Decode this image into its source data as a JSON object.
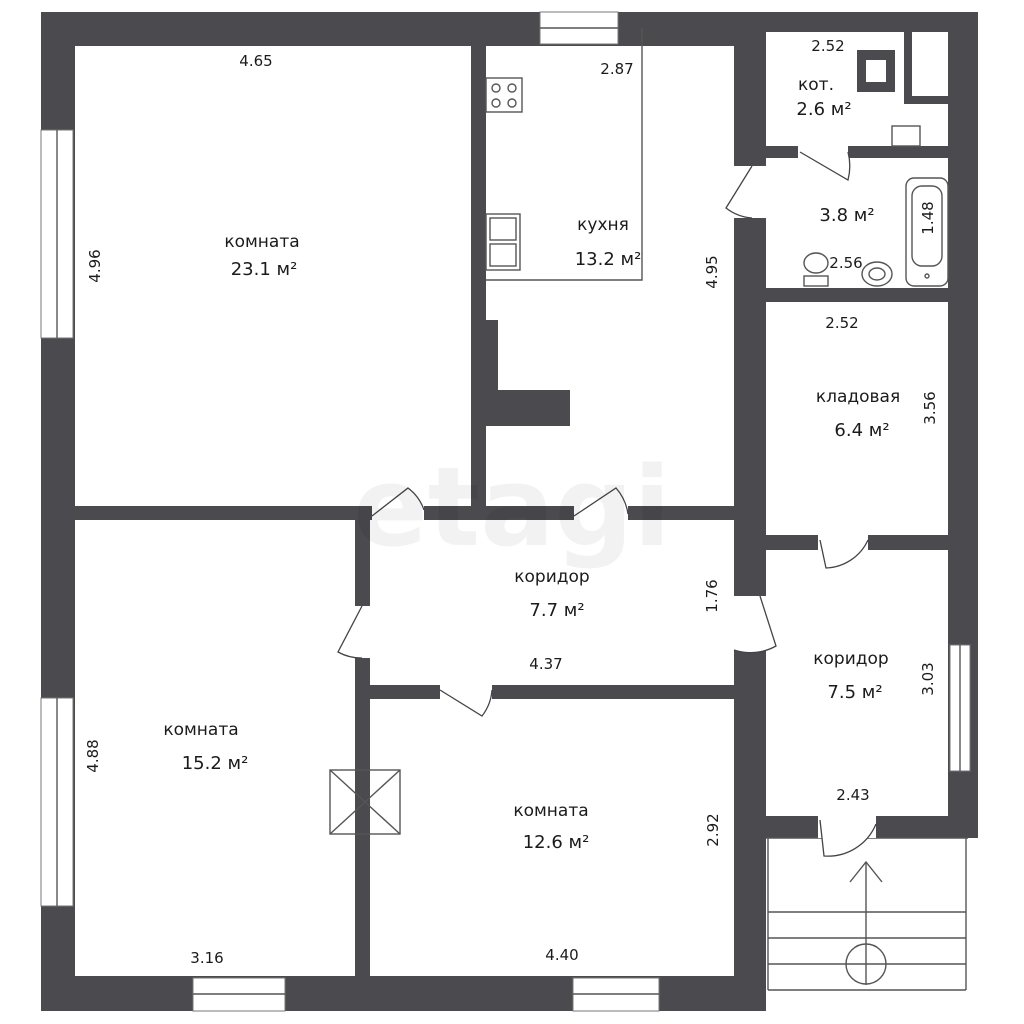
{
  "watermark": "etagi",
  "rooms": {
    "room_big": {
      "name": "комната",
      "area": "23.1 м²",
      "width": "4.65",
      "height": "4.96"
    },
    "kitchen": {
      "name": "кухня",
      "area": "13.2 м²",
      "width": "2.87",
      "height": "4.95"
    },
    "boiler": {
      "name": "кот.",
      "area": "2.6 м²",
      "width": "2.52"
    },
    "bathroom": {
      "area": "3.8 м²",
      "width": "2.56",
      "height": "1.48"
    },
    "storage": {
      "name": "кладовая",
      "area": "6.4 м²",
      "width": "2.52",
      "height": "3.56"
    },
    "corridor_1": {
      "name": "коридор",
      "area": "7.7 м²",
      "width": "4.37",
      "height": "1.76"
    },
    "corridor_2": {
      "name": "коридор",
      "area": "7.5 м²",
      "width": "2.43",
      "height": "3.03"
    },
    "room_left": {
      "name": "комната",
      "area": "15.2 м²",
      "width": "3.16",
      "height": "4.88"
    },
    "room_mid": {
      "name": "комната",
      "area": "12.6 м²",
      "width": "4.40",
      "height": "2.92"
    }
  }
}
